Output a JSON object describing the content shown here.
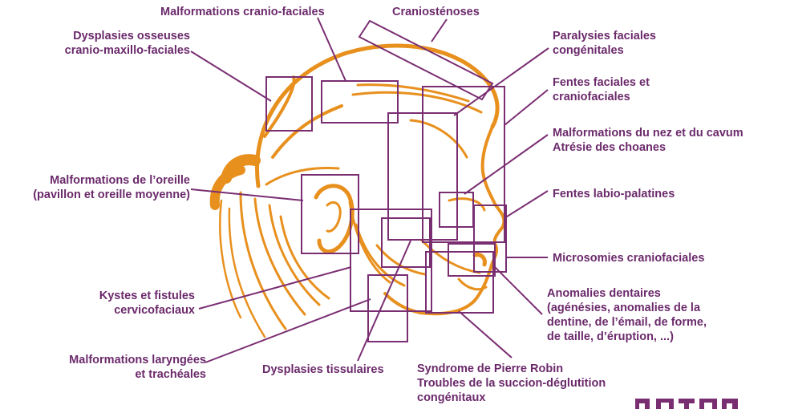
{
  "colors": {
    "label": "#6b2a6b",
    "line": "#7a2e72",
    "illustration": "#e8901e",
    "background": "#ffffff"
  },
  "labels": {
    "malformations_cranio_faciales": "Malformations cranio-faciales",
    "craniostenoses": "Craniosténoses",
    "dysplasies_osseuses": [
      "Dysplasies osseuses",
      "cranio-maxillo-faciales"
    ],
    "paralysies_faciales": [
      "Paralysies faciales",
      "congénitales"
    ],
    "fentes_faciales": [
      "Fentes faciales  et",
      "craniofaciales"
    ],
    "malformations_nez": [
      "Malformations du nez et du cavum",
      "Atrésie des choanes"
    ],
    "malformations_oreille": [
      "Malformations de l’oreille",
      "(pavillon et oreille moyenne)"
    ],
    "fentes_labio_palatines": "Fentes labio-palatines",
    "microsomies": "Microsomies craniofaciales",
    "kystes_fistules": [
      "Kystes et fistules",
      "cervicofaciaux"
    ],
    "anomalies_dentaires": [
      "Anomalies dentaires",
      "(agénésies, anomalies de la",
      "dentine, de l’émail, de forme,",
      "de taille, d’éruption, ...)"
    ],
    "malformations_laryngees": [
      "Malformations laryngées",
      "et trachéales"
    ],
    "dysplasies_tissulaires": "Dysplasies tissulaires",
    "syndrome_pierre_robin": [
      "Syndrome de Pierre Robin",
      "Troubles de la succion-déglutition",
      "congénitaux"
    ]
  },
  "illustration": {
    "subject": "child head profile",
    "icon": "head-profile-illustration"
  },
  "logo": {
    "icon": "logo-mark"
  }
}
